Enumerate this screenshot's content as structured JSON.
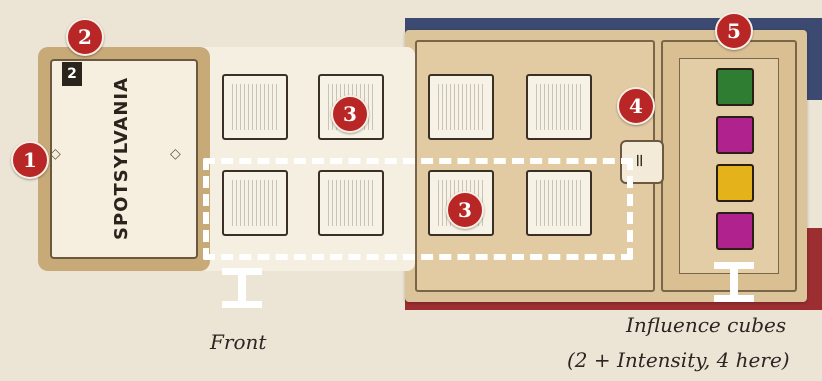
{
  "card": {
    "title": "SPOTSYLVANIA",
    "number": "2",
    "connector_symbol": "="
  },
  "callouts": [
    "1",
    "2",
    "3",
    "3",
    "4",
    "5"
  ],
  "influence_cubes": [
    {
      "color": "#2e7d32",
      "name": "green"
    },
    {
      "color": "#b0238f",
      "name": "magenta"
    },
    {
      "color": "#e4b21b",
      "name": "yellow"
    },
    {
      "color": "#b0238f",
      "name": "magenta"
    }
  ],
  "captions": {
    "front": "Front",
    "influence_line1": "Influence cubes",
    "influence_line2": "(2 + Intensity, 4 here)"
  },
  "colors": {
    "callout": "#b82626",
    "board_blue": "#3c4a72",
    "board_red": "#9c2e31",
    "card_tan": "#c8a978"
  }
}
